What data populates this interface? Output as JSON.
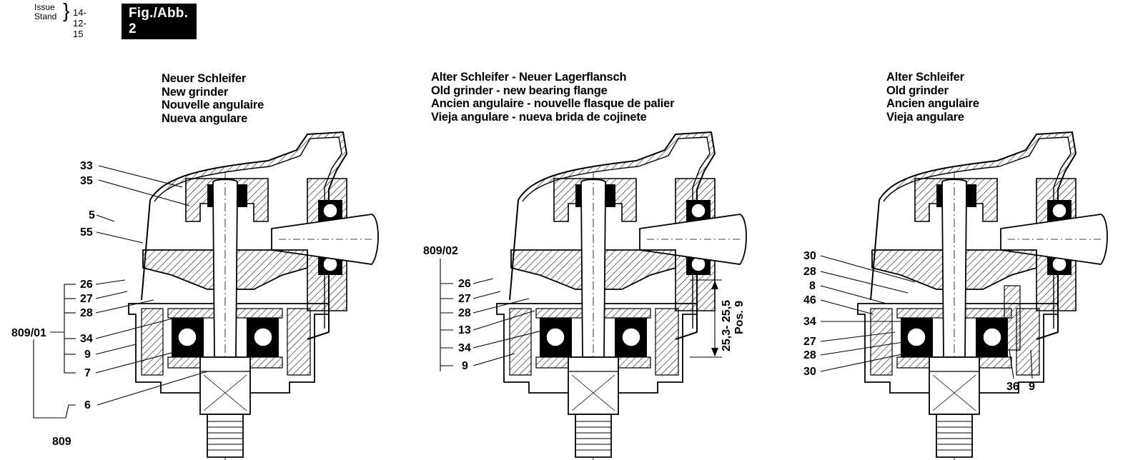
{
  "header": {
    "issue_lines": [
      "Issue",
      "Stand"
    ],
    "date": "14-12-15",
    "figure": "Fig./Abb. 2"
  },
  "panels": [
    {
      "title_lines": [
        "Neuer Schleifer",
        "New grinder",
        "Nouvelle angulaire",
        "Nueva angulare"
      ],
      "part_labels": [
        "33",
        "35",
        "5",
        "55",
        "26",
        "27",
        "28",
        "34",
        "9",
        "7",
        "6"
      ],
      "group_labels": [
        "809/01",
        "809"
      ]
    },
    {
      "title_lines": [
        "Alter Schleifer - Neuer Lagerflansch",
        "Old grinder - new bearing flange",
        "Ancien angulaire - nouvelle flasque de palier",
        "Vieja angulare - nueva brida de cojinete"
      ],
      "part_labels": [
        "26",
        "27",
        "28",
        "13",
        "34",
        "9"
      ],
      "group_labels": [
        "809/02"
      ],
      "dimension": {
        "value": "25,3- 25,5",
        "note": "Pos. 9"
      }
    },
    {
      "title_lines": [
        "Alter Schleifer",
        "Old grinder",
        "Ancien angulaire",
        "Vieja angulare"
      ],
      "part_labels": [
        "30",
        "28",
        "8",
        "46",
        "34",
        "27",
        "28",
        "30",
        "36",
        "9"
      ]
    }
  ]
}
